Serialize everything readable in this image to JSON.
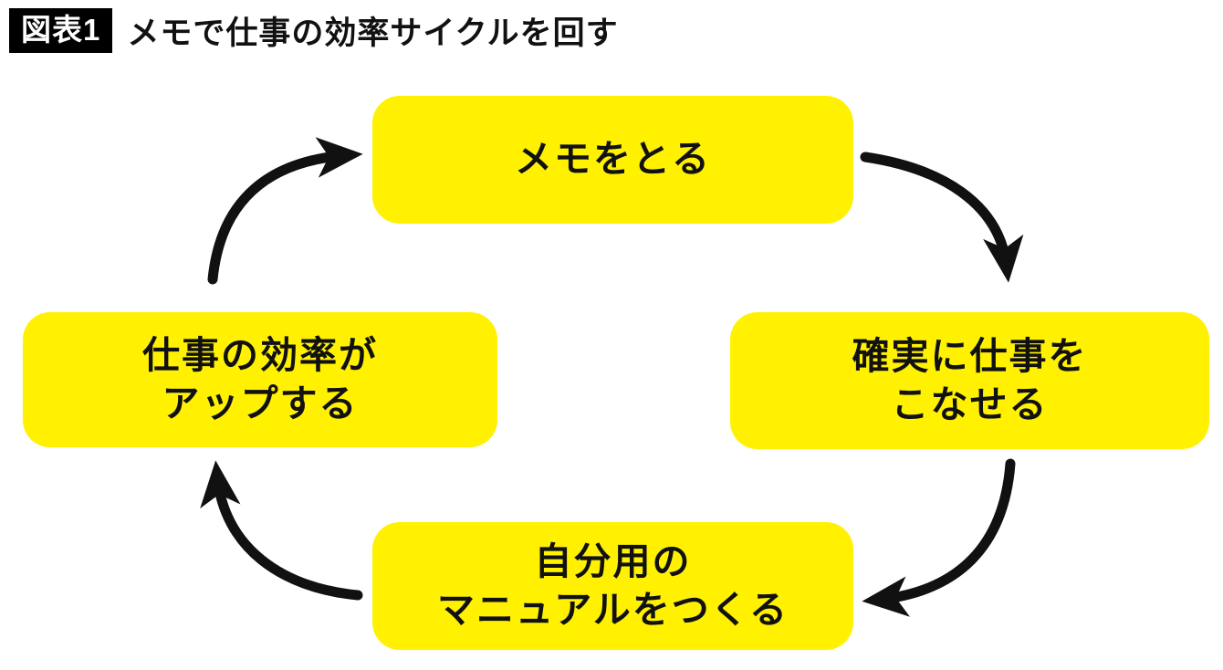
{
  "header": {
    "badge": "図表1",
    "title": "メモで仕事の効率サイクルを回す"
  },
  "colors": {
    "node_fill": "#FFF100",
    "arrow": "#111111",
    "badge_bg": "#000000",
    "badge_text": "#FFFFFF"
  },
  "diagram": {
    "type": "cycle",
    "direction": "clockwise",
    "nodes": {
      "top": {
        "line1": "メモをとる"
      },
      "right": {
        "line1": "確実に仕事を",
        "line2": "こなせる"
      },
      "bottom": {
        "line1": "自分用の",
        "line2": "マニュアルをつくる"
      },
      "left": {
        "line1": "仕事の効率が",
        "line2": "アップする"
      }
    },
    "edges": [
      {
        "from": "top",
        "to": "right"
      },
      {
        "from": "right",
        "to": "bottom"
      },
      {
        "from": "bottom",
        "to": "left"
      },
      {
        "from": "left",
        "to": "top"
      }
    ]
  }
}
